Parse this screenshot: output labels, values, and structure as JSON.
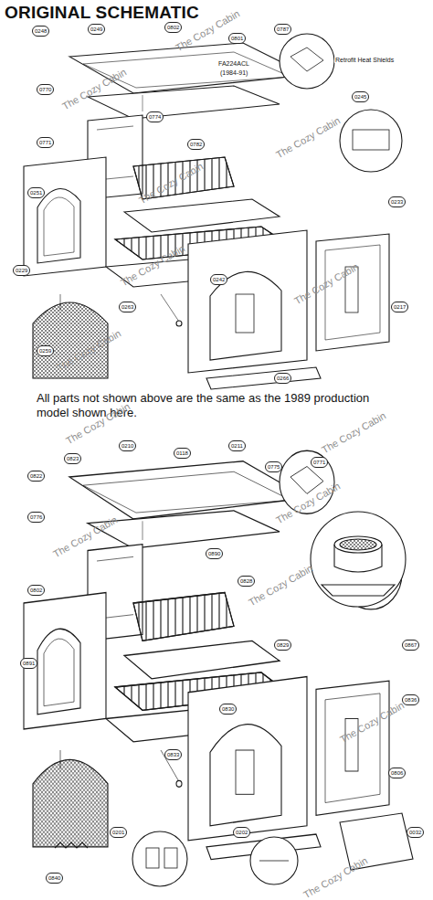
{
  "diagram": {
    "title": "ORIGINAL SCHEMATIC",
    "caption": "All parts not shown above are the same as the 1989 production model shown here.",
    "labels": [
      "FA224ACL",
      "(1984-91)",
      "Retrofit Heat Shields",
      "The Cozy Cabin",
      "The Cozy Cabin",
      "The Cozy Cabin",
      "The Cozy Cabin",
      "The Cozy Cabin",
      "The Cozy Cabin",
      "The Cozy Cabin",
      "The Cozy Cabin",
      "The Cozy Cabin",
      "The Cozy Cabin",
      "The Cozy Cabin",
      "The Cozy Cabin",
      "The Cozy Cabin",
      "The Cozy Cabin",
      "0248",
      "0249",
      "0802",
      "0801",
      "0787",
      "0770",
      "0771",
      "0251",
      "0229",
      "0259",
      "0774",
      "0782",
      "0242",
      "0263",
      "0266",
      "0217",
      "0233",
      "0245",
      "0822",
      "0823",
      "0210",
      "0118",
      "0211",
      "0775",
      "0771",
      "0776",
      "0802",
      "0891",
      "0890",
      "0828",
      "0829",
      "0830",
      "0867",
      "0836",
      "0806",
      "0840",
      "0201",
      "0202",
      "0032",
      "0833"
    ]
  }
}
